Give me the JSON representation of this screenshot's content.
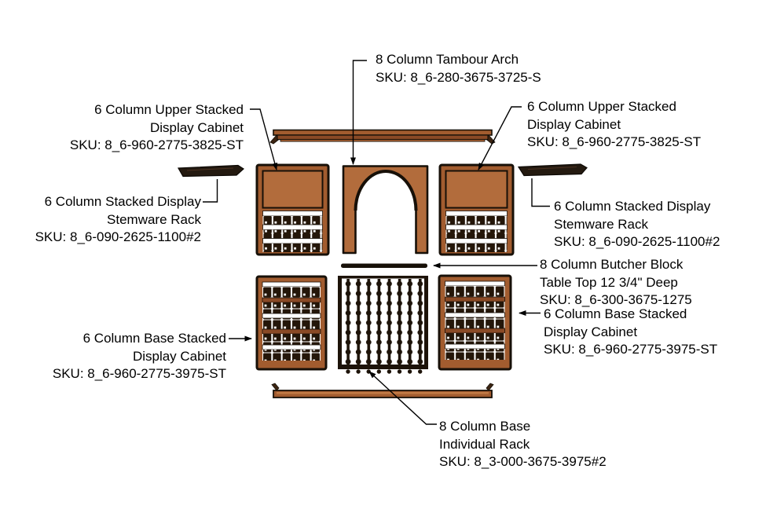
{
  "diagram_title": "Wine rack modular components exploded diagram",
  "colors": {
    "wood": "#a25c2f",
    "wood_dark": "#8a4a26",
    "wood_light": "#b26c3c",
    "outline": "#171008",
    "rack_dark": "#1f140b",
    "bottle_dark": "#241609",
    "leader": "#000000"
  },
  "labels": {
    "tambour_arch": {
      "lines": [
        "8 Column Tambour Arch"
      ],
      "sku": "SKU: 8_6-280-3675-3725-S"
    },
    "upper_left_cabinet": {
      "lines": [
        "6 Column Upper Stacked",
        "Display Cabinet"
      ],
      "sku": "SKU: 8_6-960-2775-3825-ST"
    },
    "upper_right_cabinet": {
      "lines": [
        "6 Column Upper Stacked",
        "Display Cabinet"
      ],
      "sku": "SKU: 8_6-960-2775-3825-ST"
    },
    "stemware_left": {
      "lines": [
        "6 Column Stacked Display",
        "Stemware Rack"
      ],
      "sku": "SKU: 8_6-090-2625-1100#2"
    },
    "stemware_right": {
      "lines": [
        "6 Column Stacked Display",
        "Stemware Rack"
      ],
      "sku": "SKU: 8_6-090-2625-1100#2"
    },
    "butcher_block": {
      "lines": [
        "8 Column Butcher Block",
        "Table Top 12 3/4\" Deep"
      ],
      "sku": "SKU: 8_6-300-3675-1275"
    },
    "base_right_cabinet": {
      "lines": [
        "6 Column Base Stacked",
        "Display Cabinet"
      ],
      "sku": "SKU: 8_6-960-2775-3975-ST"
    },
    "base_left_cabinet": {
      "lines": [
        "6 Column Base Stacked",
        "Display Cabinet"
      ],
      "sku": "SKU: 8_6-960-2775-3975-ST"
    },
    "base_individual_rack": {
      "lines": [
        "8 Column Base",
        "Individual Rack"
      ],
      "sku": "SKU: 8_3-000-3675-3975#2"
    }
  }
}
